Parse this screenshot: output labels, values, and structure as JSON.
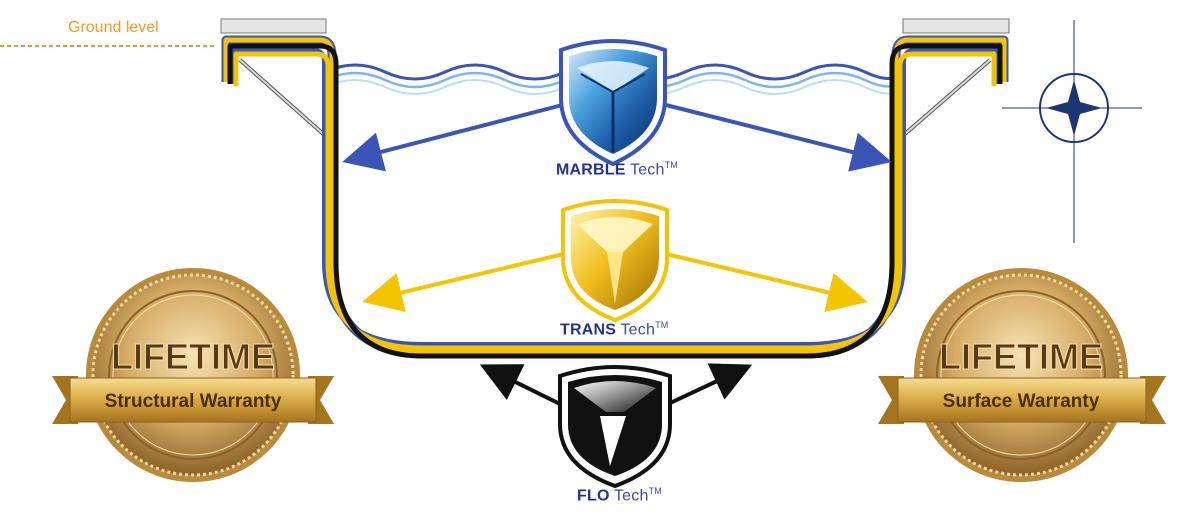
{
  "ground": {
    "label": "Ground level"
  },
  "techs": [
    {
      "id": "marble",
      "brand": "MARBLE",
      "suffix": "Tech",
      "mark": "TM"
    },
    {
      "id": "trans",
      "brand": "TRANS",
      "suffix": "Tech",
      "mark": "TM"
    },
    {
      "id": "flo",
      "brand": "FLO",
      "suffix": "Tech",
      "mark": "TM"
    }
  ],
  "seals": [
    {
      "id": "left",
      "title": "LIFETIME",
      "ribbon": "Structural Warranty"
    },
    {
      "id": "right",
      "title": "LIFETIME",
      "ribbon": "Surface Warranty"
    }
  ],
  "colors": {
    "blue": "#3a55b5",
    "light_blue": "#8fc6ee",
    "yellow": "#f5c400",
    "black": "#111111",
    "orange": "#f29a2e",
    "navy": "#1d3570",
    "gold": "#c99a4a"
  }
}
